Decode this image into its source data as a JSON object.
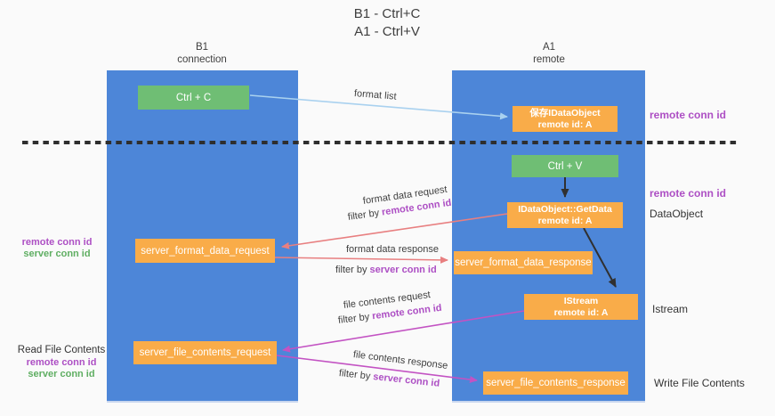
{
  "colors": {
    "bg": "#fafafa",
    "lane_blue": "#4d86d8",
    "green_box": "#6fbe74",
    "orange_box": "#f9ac49",
    "arrow_blue": "#a9d1ef",
    "arrow_red": "#e87f80",
    "arrow_magenta": "#c353c3",
    "arrow_black": "#303030",
    "highlight_purple": "#ad4fc4",
    "highlight_green": "#5fae62",
    "text_dark": "#3f3f3f"
  },
  "title": {
    "line1": "B1 - Ctrl+C",
    "line2": "A1 - Ctrl+V"
  },
  "lanes": {
    "left": {
      "title": "B1",
      "subtitle": "connection"
    },
    "right": {
      "title": "A1",
      "subtitle": "remote"
    }
  },
  "nodes": {
    "ctrl_c": "Ctrl + C",
    "save_dataobject": {
      "line1": "保存IDataObject",
      "line2": "remote id: A"
    },
    "ctrl_v": "Ctrl + V",
    "getdata": {
      "line1": "IDataObject::GetData",
      "line2": "remote id: A"
    },
    "format_request": "server_format_data_request",
    "format_response": "server_format_data_response",
    "istream": {
      "line1": "IStream",
      "line2": "remote id: A"
    },
    "file_request": "server_file_contents_request",
    "file_response": "server_file_contents_response"
  },
  "edge_labels": {
    "format_list": "format list",
    "format_request": {
      "text": "format data request",
      "filter_prefix": "filter by ",
      "filter_key": "remote conn id"
    },
    "format_response": {
      "text": "format data response",
      "filter_prefix": "filter by ",
      "filter_key": "server conn id"
    },
    "file_request": {
      "text": "file contents request",
      "filter_prefix": "filter by ",
      "filter_key": "remote conn id"
    },
    "file_response": {
      "text": "file contents response",
      "filter_prefix": "filter by ",
      "filter_key": "server conn id"
    }
  },
  "side_labels": {
    "top_right_remote": "remote conn id",
    "mid_right_remote": "remote conn id",
    "dataobject": "DataObject",
    "istream": "Istream",
    "write_file": "Write File Contents",
    "left_format": {
      "line1": "remote conn id",
      "line2": "server conn id"
    },
    "left_file": {
      "title": "Read File Contents",
      "line1": "remote conn id",
      "line2": "server conn id"
    }
  }
}
